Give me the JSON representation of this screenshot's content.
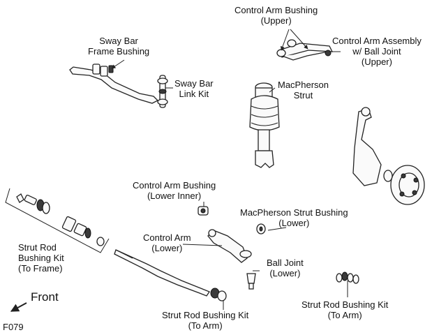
{
  "labels": {
    "control_arm_bushing_upper": [
      "Control Arm Bushing",
      "(Upper)"
    ],
    "control_arm_assembly_upper": [
      "Control Arm Assembly",
      "w/ Ball Joint",
      "(Upper)"
    ],
    "sway_bar_frame_bushing": [
      "Sway Bar",
      "Frame Bushing"
    ],
    "sway_bar_link_kit": [
      "Sway Bar",
      "Link Kit"
    ],
    "macpherson_strut": [
      "MacPherson",
      "Strut"
    ],
    "control_arm_bushing_lower_inner": [
      "Control Arm Bushing",
      "(Lower Inner)"
    ],
    "macpherson_strut_bushing_lower": [
      "MacPherson Strut Bushing",
      "(Lower)"
    ],
    "control_arm_lower": [
      "Control Arm",
      "(Lower)"
    ],
    "strut_rod_bushing_kit_frame": [
      "Strut Rod",
      "Bushing Kit",
      "(To Frame)"
    ],
    "ball_joint_lower": [
      "Ball Joint",
      "(Lower)"
    ],
    "strut_rod_bushing_kit_arm_center": [
      "Strut Rod Bushing Kit",
      "(To Arm)"
    ],
    "strut_rod_bushing_kit_arm_right": [
      "Strut Rod Bushing Kit",
      "(To Arm)"
    ]
  },
  "front": "Front",
  "figure_code": "F079"
}
